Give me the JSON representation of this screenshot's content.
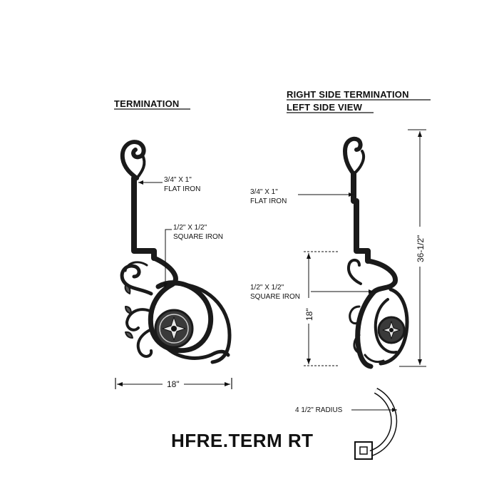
{
  "left_view": {
    "title": "TERMINATION",
    "flat_iron_size": "3/4\" X 1\"",
    "flat_iron_label": "FLAT IRON",
    "square_iron_size": "1/2\" X 1/2\"",
    "square_iron_label": "SQUARE IRON",
    "width_dim": "18\""
  },
  "right_view": {
    "title_line1": "RIGHT SIDE TERMINATION",
    "title_line2": "LEFT SIDE VIEW",
    "flat_iron_size": "3/4\" X 1\"",
    "flat_iron_label": "FLAT IRON",
    "square_iron_size": "1/2\" X 1/2\"",
    "square_iron_label": "SQUARE IRON",
    "height_dim": "36-1/2\"",
    "lower_dim": "18\""
  },
  "radius_detail": {
    "label": "4 1/2\" RADIUS"
  },
  "product_code": "HFRE.TERM RT"
}
